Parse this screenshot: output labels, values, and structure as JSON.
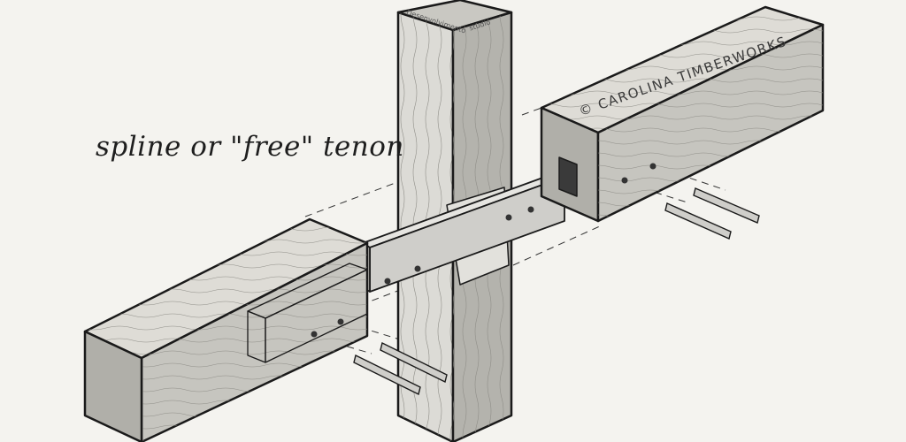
{
  "diagram": {
    "caption": "spline or \"free\" tenon",
    "copyright": "© CAROLINA TIMBERWORKS",
    "signature_left": "Desenvolvimento",
    "signature_right": "studio"
  },
  "colors": {
    "background": "#f4f3ef",
    "ink": "#1a1a1a",
    "wood_light": "#d9d8d3",
    "wood_mid": "#c2c1bb",
    "wood_dark": "#a7a6a0",
    "spline": "#cfceca"
  }
}
